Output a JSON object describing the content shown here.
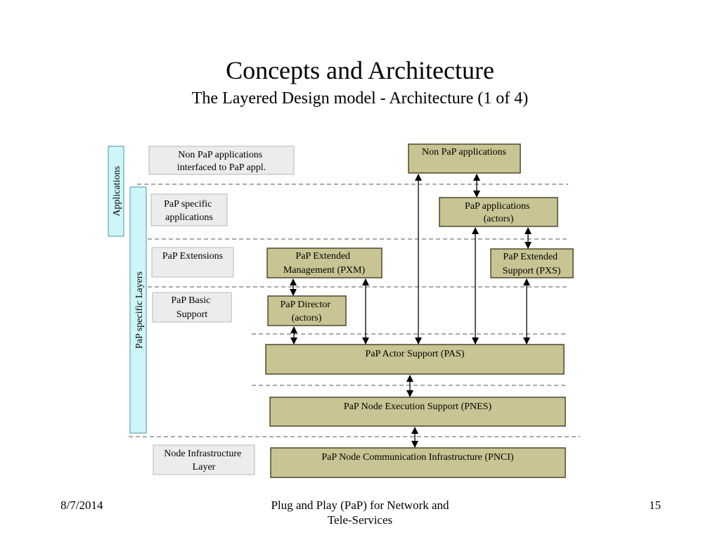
{
  "slide": {
    "title": "Concepts and Architecture",
    "subtitle": "The Layered Design model - Architecture (1 of 4)"
  },
  "diagram": {
    "colors": {
      "component_fill": "#c8c493",
      "component_stroke": "#4a4a2e",
      "label_fill": "#ececec",
      "label_stroke": "#b9b9b9",
      "side_fill": "#cdf6f8",
      "side_stroke": "#6aa5b0"
    },
    "side_labels": {
      "applications": "Applications",
      "pap_specific": "PaP specific Layers"
    },
    "layer_labels": {
      "non_pap": [
        "Non PaP applications",
        "interfaced to PaP appl."
      ],
      "pap_specific_apps": [
        "PaP specific",
        "applications"
      ],
      "extensions": [
        "PaP Extensions"
      ],
      "basic_support": [
        "PaP Basic",
        "Support"
      ],
      "node_infra": [
        "Node Infrastructure",
        "Layer"
      ]
    },
    "components": {
      "non_pap_apps": [
        "Non PaP applications"
      ],
      "pap_apps": [
        "PaP applications",
        "(actors)"
      ],
      "pxm": [
        "PaP Extended",
        "Management (PXM)"
      ],
      "pxs": [
        "PaP Extended",
        "Support (PXS)"
      ],
      "director": [
        "PaP Director",
        "(actors)"
      ],
      "pas": [
        "PaP Actor Support (PAS)"
      ],
      "pnes": [
        "PaP Node Execution Support (PNES)"
      ],
      "pnci": [
        "PaP Node Communication Infrastructure (PNCI)"
      ]
    }
  },
  "footer": {
    "date": "8/7/2014",
    "title_line1": "Plug and Play (PaP) for Network and",
    "title_line2": "Tele-Services",
    "page": "15"
  }
}
